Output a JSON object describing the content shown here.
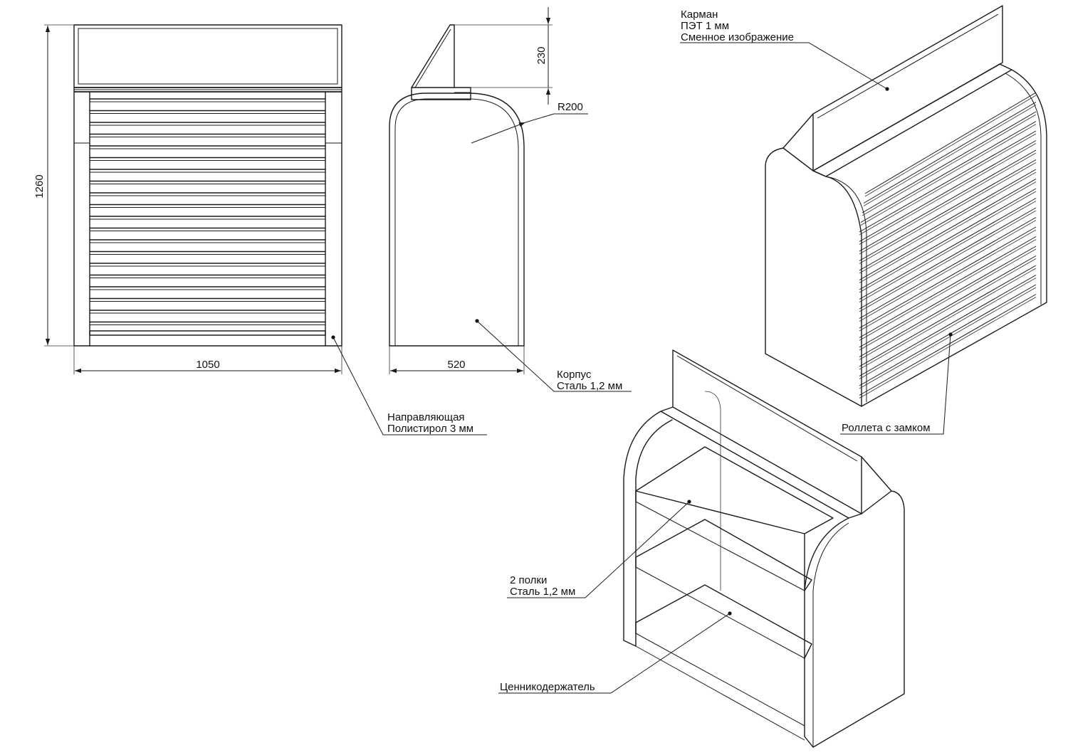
{
  "dimensions": {
    "height": "1260",
    "width_front": "1050",
    "depth_side": "520",
    "header_height": "230",
    "radius": "R200"
  },
  "callouts": {
    "guide": {
      "line1": "Направляющая",
      "line2": "Полистирол 3 мм"
    },
    "body": {
      "line1": "Корпус",
      "line2": "Сталь 1,2 мм"
    },
    "pocket": {
      "line1": "Карман",
      "line2": "ПЭТ 1 мм",
      "line3": "Сменное изображение"
    },
    "roller": {
      "line1": "Роллета с замком"
    },
    "shelves": {
      "line1": "2 полки",
      "line2": "Сталь 1,2 мм"
    },
    "price_holder": {
      "line1": "Ценникодержатель"
    }
  }
}
